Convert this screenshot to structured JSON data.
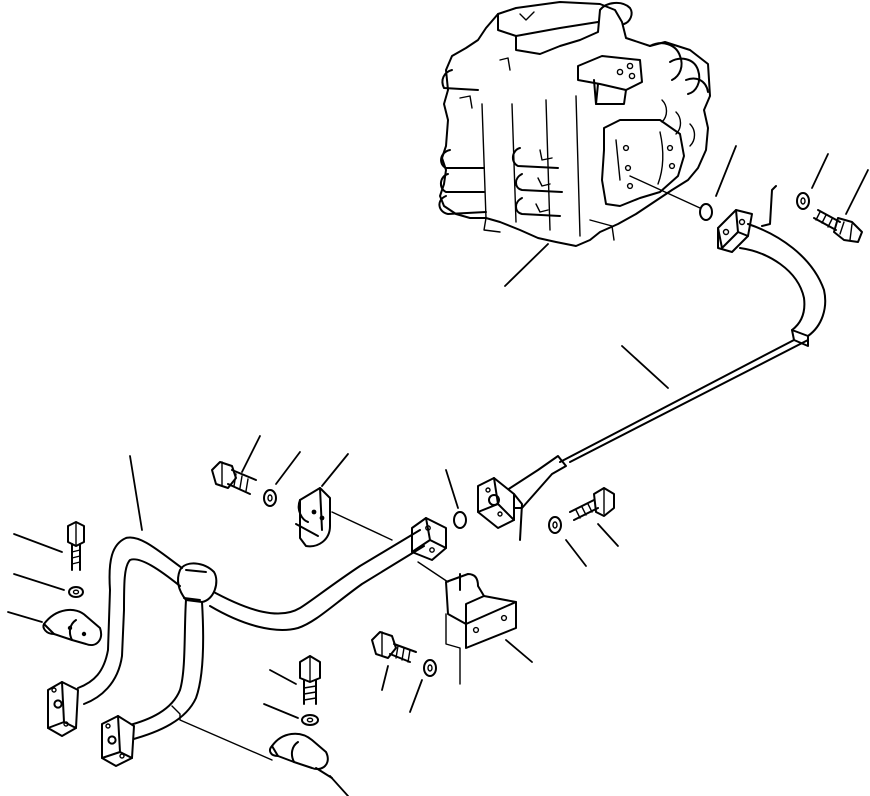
{
  "diagram": {
    "parts": [
      {
        "name": "control-valve",
        "icon": "control-valve-icon"
      },
      {
        "name": "o-ring-upper",
        "icon": "o-ring-icon"
      },
      {
        "name": "washer-upper",
        "icon": "washer-icon"
      },
      {
        "name": "bolt-upper",
        "icon": "bolt-icon"
      },
      {
        "name": "tube-upper",
        "icon": "tube-icon"
      },
      {
        "name": "tube-lower",
        "icon": "tube-icon"
      },
      {
        "name": "bolt-left",
        "icon": "bolt-icon"
      },
      {
        "name": "washer-left",
        "icon": "washer-icon"
      },
      {
        "name": "clamp-left",
        "icon": "clamp-icon"
      },
      {
        "name": "bolt-center",
        "icon": "bolt-icon"
      },
      {
        "name": "washer-center",
        "icon": "washer-icon"
      },
      {
        "name": "clamp-center",
        "icon": "clamp-icon"
      },
      {
        "name": "o-ring-center",
        "icon": "o-ring-icon"
      },
      {
        "name": "washer-right",
        "icon": "washer-icon"
      },
      {
        "name": "bolt-right",
        "icon": "bolt-icon"
      },
      {
        "name": "bracket",
        "icon": "bracket-icon"
      },
      {
        "name": "bolt-bracket",
        "icon": "bolt-icon"
      },
      {
        "name": "washer-bracket",
        "icon": "washer-icon"
      },
      {
        "name": "bolt-bottom",
        "icon": "bolt-icon"
      },
      {
        "name": "washer-bottom",
        "icon": "washer-icon"
      },
      {
        "name": "clamp-bottom",
        "icon": "clamp-icon"
      }
    ]
  }
}
